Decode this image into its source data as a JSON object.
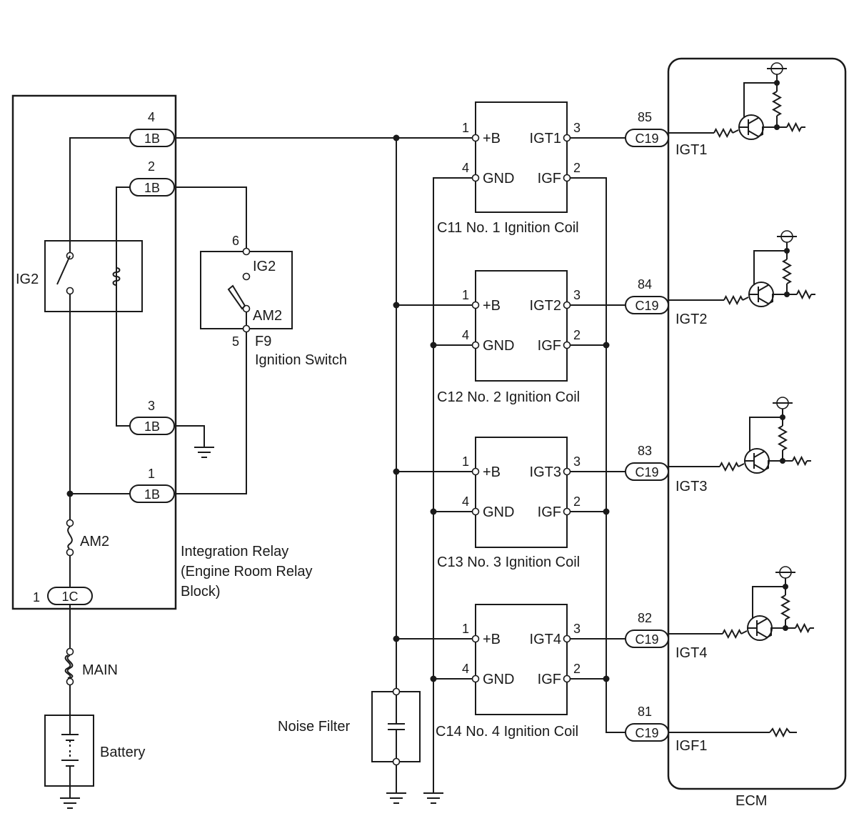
{
  "relay": {
    "pins": {
      "p4": "4",
      "p2": "2",
      "p3": "3",
      "p1": "1",
      "p1c": "1"
    },
    "connector_1b": "1B",
    "connector_1c": "1C",
    "ig2": "IG2",
    "am2": "AM2",
    "label_lines": [
      "Integration Relay",
      "(Engine Room Relay",
      "Block)"
    ]
  },
  "main_fuse": "MAIN",
  "battery": "Battery",
  "ignition_switch": {
    "pin6": "6",
    "pin5": "5",
    "ig2": "IG2",
    "am2": "AM2",
    "code": "F9",
    "name": "Ignition Switch"
  },
  "noise_filter": "Noise Filter",
  "coils": [
    {
      "pin_b": "1",
      "pin_gnd": "4",
      "pin_igt": "3",
      "pin_igf": "2",
      "b": "+B",
      "gnd": "GND",
      "igt": "IGT1",
      "igf": "IGF",
      "label": "C11 No. 1 Ignition Coil"
    },
    {
      "pin_b": "1",
      "pin_gnd": "4",
      "pin_igt": "3",
      "pin_igf": "2",
      "b": "+B",
      "gnd": "GND",
      "igt": "IGT2",
      "igf": "IGF",
      "label": "C12 No. 2 Ignition Coil"
    },
    {
      "pin_b": "1",
      "pin_gnd": "4",
      "pin_igt": "3",
      "pin_igf": "2",
      "b": "+B",
      "gnd": "GND",
      "igt": "IGT3",
      "igf": "IGF",
      "label": "C13 No. 3 Ignition Coil"
    },
    {
      "pin_b": "1",
      "pin_gnd": "4",
      "pin_igt": "3",
      "pin_igf": "2",
      "b": "+B",
      "gnd": "GND",
      "igt": "IGT4",
      "igf": "IGF",
      "label": "C14 No. 4 Ignition Coil"
    }
  ],
  "ecm": {
    "label": "ECM",
    "connector": "C19",
    "inputs": [
      {
        "pin": "85",
        "signal": "IGT1"
      },
      {
        "pin": "84",
        "signal": "IGT2"
      },
      {
        "pin": "83",
        "signal": "IGT3"
      },
      {
        "pin": "82",
        "signal": "IGT4"
      },
      {
        "pin": "81",
        "signal": "IGF1"
      }
    ]
  }
}
